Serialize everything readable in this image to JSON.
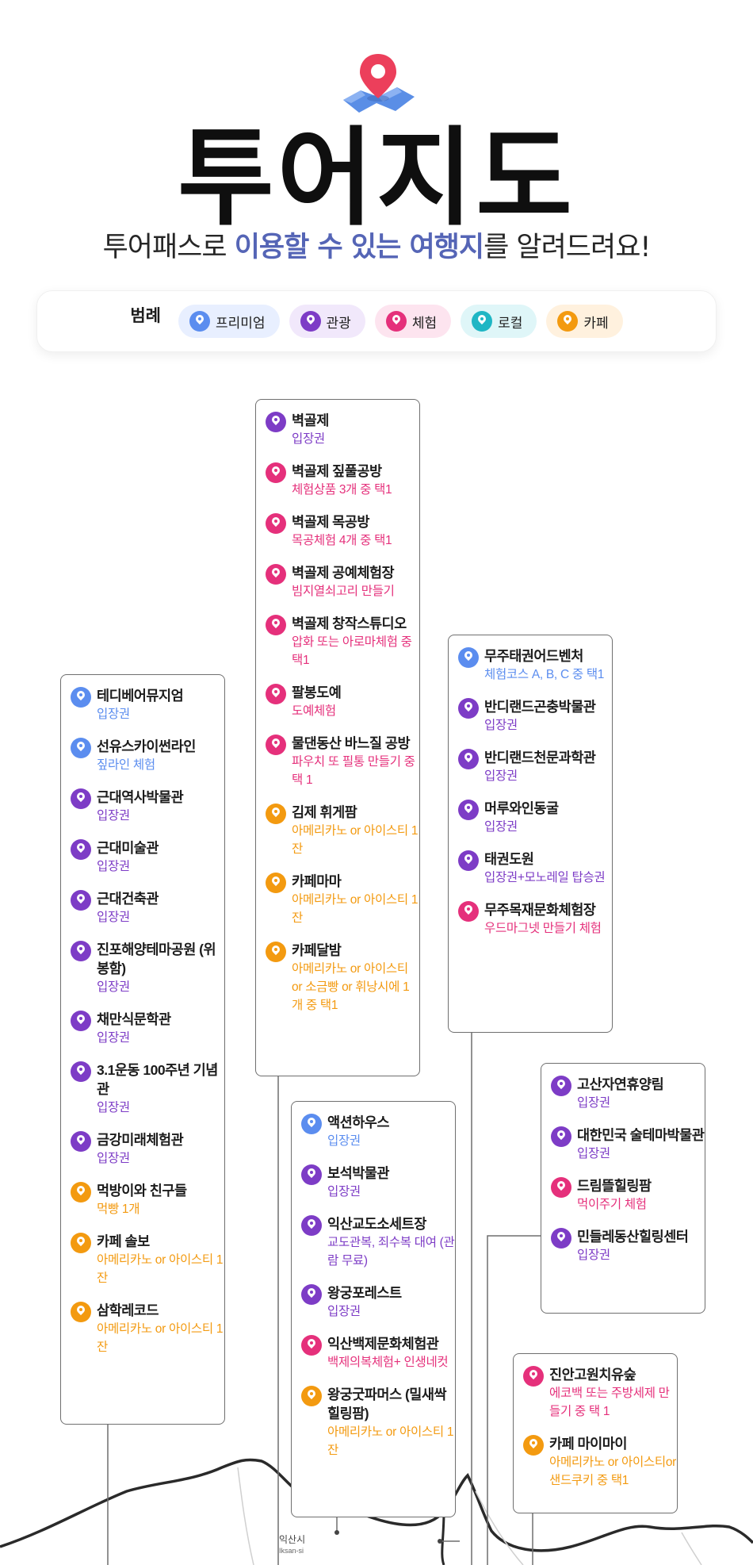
{
  "header": {
    "title": "투어지도",
    "subtitle_pre": "투어패스로 ",
    "subtitle_hl1": "이용할 수 있는 여행지",
    "subtitle_post": "를 알려드려요!"
  },
  "legend": {
    "label": "범례",
    "items": [
      {
        "label": "프리미엄",
        "kind": "premium"
      },
      {
        "label": "관광",
        "kind": "tour"
      },
      {
        "label": "체험",
        "kind": "exp"
      },
      {
        "label": "로컬",
        "kind": "local"
      },
      {
        "label": "카페",
        "kind": "cafe"
      }
    ]
  },
  "colors": {
    "premium": "#5b8def",
    "tour": "#7d3cc6",
    "experience": "#e5307b",
    "local": "#1fb6c4",
    "cafe": "#f39a10"
  },
  "cards": {
    "jeonju": [
      {
        "name": "테디베어뮤지엄",
        "desc": "입장권",
        "kind": "premium"
      },
      {
        "name": "선유스카이썬라인",
        "desc": "짚라인 체험",
        "kind": "premium"
      },
      {
        "name": "근대역사박물관",
        "desc": "입장권",
        "kind": "tour"
      },
      {
        "name": "근대미술관",
        "desc": "입장권",
        "kind": "tour"
      },
      {
        "name": "근대건축관",
        "desc": "입장권",
        "kind": "tour"
      },
      {
        "name": "진포해양테마공원 (위봉함)",
        "desc": "입장권",
        "kind": "tour"
      },
      {
        "name": "채만식문학관",
        "desc": "입장권",
        "kind": "tour"
      },
      {
        "name": "3.1운동 100주년 기념관",
        "desc": "입장권",
        "kind": "tour"
      },
      {
        "name": "금강미래체험관",
        "desc": "입장권",
        "kind": "tour"
      },
      {
        "name": "먹방이와 친구들",
        "desc": "먹빵 1개",
        "kind": "cafe"
      },
      {
        "name": "카페 솔보",
        "desc": "아메리카노 or 아이스티 1잔",
        "kind": "cafe"
      },
      {
        "name": "삼학레코드",
        "desc": "아메리카노 or 아이스티 1잔",
        "kind": "cafe"
      }
    ],
    "gimje": [
      {
        "name": "벽골제",
        "desc": "입장권",
        "kind": "tour"
      },
      {
        "name": "벽골제 짚풀공방",
        "desc": "체험상품 3개 중 택1",
        "kind": "exp"
      },
      {
        "name": "벽골제 목공방",
        "desc": "목공체험 4개 중 택1",
        "kind": "exp"
      },
      {
        "name": "벽골제 공예체험장",
        "desc": "빔지열쇠고리 만들기",
        "kind": "exp"
      },
      {
        "name": "벽골제 창작스튜디오",
        "desc": "압화 또는 아로마체험 중 택1",
        "kind": "exp"
      },
      {
        "name": "팔봉도예",
        "desc": "도예체험",
        "kind": "exp"
      },
      {
        "name": "물댄동산 바느질 공방",
        "desc": "파우치 또 필통 만들기 중 택 1",
        "kind": "exp"
      },
      {
        "name": "김제 휘게팜",
        "desc": "아메리카노 or 아이스티 1잔",
        "kind": "cafe"
      },
      {
        "name": "카페마마",
        "desc": "아메리카노 or 아이스티 1잔",
        "kind": "cafe"
      },
      {
        "name": "카페달밤",
        "desc": "아메리카노 or 아이스티 or 소금빵 or 휘낭시에 1개 중 택1",
        "kind": "cafe"
      }
    ],
    "iksan": [
      {
        "name": "액션하우스",
        "desc": "입장권",
        "kind": "premium"
      },
      {
        "name": "보석박물관",
        "desc": "입장권",
        "kind": "tour"
      },
      {
        "name": "익산교도소세트장",
        "desc": "교도관복, 죄수복 대여 (관람 무료)",
        "kind": "tour"
      },
      {
        "name": "왕궁포레스트",
        "desc": "입장권",
        "kind": "tour"
      },
      {
        "name": "익산백제문화체험관",
        "desc": "백제의복체험+ 인생네컷",
        "kind": "exp"
      },
      {
        "name": "왕궁굿파머스 (밀새싹힐링팜)",
        "desc": "아메리카노 or 아이스티 1잔",
        "kind": "cafe"
      }
    ],
    "muju": [
      {
        "name": "무주태권어드벤처",
        "desc": "체험코스 A, B, C 중 택1",
        "kind": "premium"
      },
      {
        "name": "반디랜드곤충박물관",
        "desc": "입장권",
        "kind": "tour"
      },
      {
        "name": "반디랜드천문과학관",
        "desc": "입장권",
        "kind": "tour"
      },
      {
        "name": "머루와인동굴",
        "desc": "입장권",
        "kind": "tour"
      },
      {
        "name": "태권도원",
        "desc": "입장권+모노레일 탑승권",
        "kind": "tour"
      },
      {
        "name": "무주목재문화체험장",
        "desc": "우드마그넷 만들기 체험",
        "kind": "exp"
      }
    ],
    "wanju": [
      {
        "name": "고산자연휴양림",
        "desc": "입장권",
        "kind": "tour"
      },
      {
        "name": "대한민국 술테마박물관",
        "desc": "입장권",
        "kind": "tour"
      },
      {
        "name": "드림뜰힐링팜",
        "desc": "먹이주기 체험",
        "kind": "exp"
      },
      {
        "name": "민들레동산힐링센터",
        "desc": "입장권",
        "kind": "tour"
      }
    ],
    "jinan": [
      {
        "name": "진안고원치유숲",
        "desc": "에코백 또는 주방세제 만들기 중 택 1",
        "kind": "exp"
      },
      {
        "name": "카페 마이마이",
        "desc": "아메리카노 or 아이스티or 샌드쿠키 중 택1",
        "kind": "cafe"
      }
    ]
  },
  "map": {
    "label_iksan": "익산시",
    "label_iksan_en": "Iksan-si"
  }
}
